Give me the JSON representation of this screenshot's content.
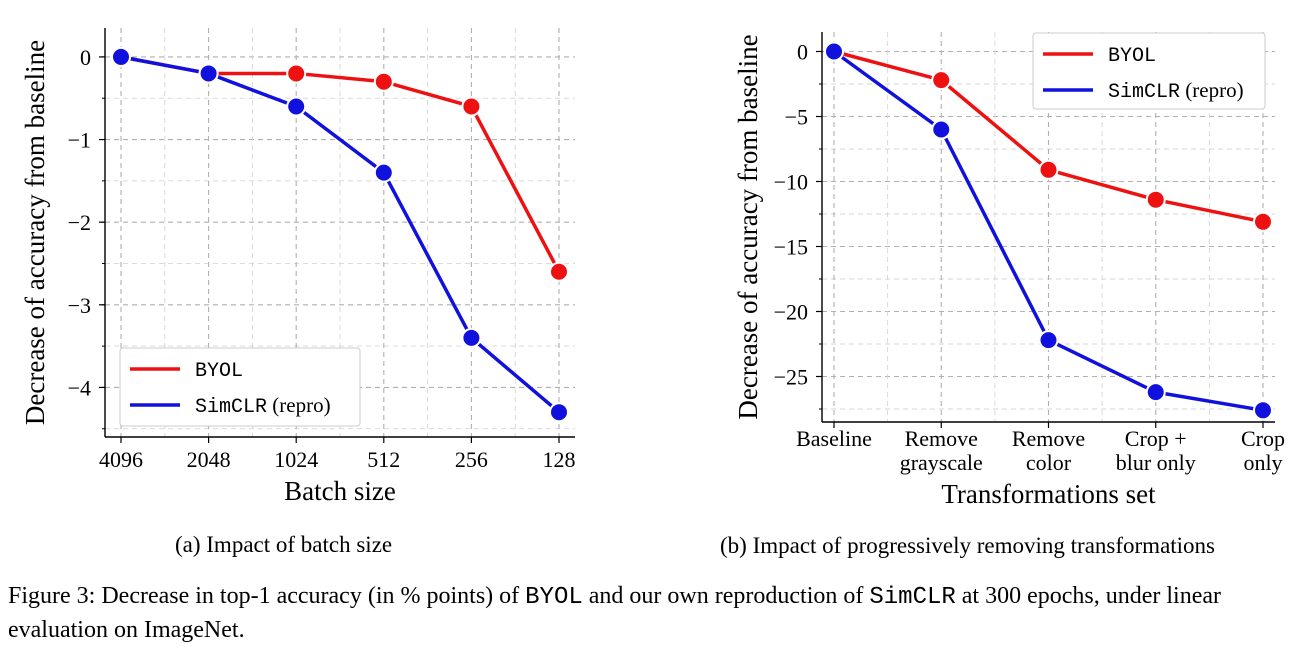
{
  "chart_data": [
    {
      "type": "line",
      "categories": [
        "4096",
        "2048",
        "1024",
        "512",
        "256",
        "128"
      ],
      "xlabel": "Batch size",
      "ylabel": "Decrease of accuracy from baseline",
      "ylim": [
        -4.6,
        0.35
      ],
      "yticks": [
        0,
        -1,
        -2,
        -3,
        -4
      ],
      "yticklabels": [
        "0",
        "−1",
        "−2",
        "−3",
        "−4"
      ],
      "grid": true,
      "legend": "lower-left",
      "series": [
        {
          "name": "BYOL",
          "color": "#ee1111",
          "values": [
            0,
            -0.2,
            -0.2,
            -0.3,
            -0.6,
            -2.6
          ]
        },
        {
          "name": "SimCLR (repro)",
          "color": "#1111dd",
          "values": [
            0,
            -0.2,
            -0.6,
            -1.4,
            -3.4,
            -4.3
          ]
        }
      ],
      "caption": "(a) Impact of batch size"
    },
    {
      "type": "line",
      "categories": [
        "Baseline",
        "Remove grayscale",
        "Remove color",
        "Crop + blur only",
        "Crop only"
      ],
      "category_lines": [
        [
          "Baseline"
        ],
        [
          "Remove",
          "grayscale"
        ],
        [
          "Remove",
          "color"
        ],
        [
          "Crop +",
          "blur only"
        ],
        [
          "Crop",
          "only"
        ]
      ],
      "xlabel": "Transformations set",
      "ylabel": "Decrease of accuracy from baseline",
      "ylim": [
        -28.5,
        1.5
      ],
      "yticks": [
        0,
        -5,
        -10,
        -15,
        -20,
        -25
      ],
      "yticklabels": [
        "0",
        "−5",
        "−10",
        "−15",
        "−20",
        "−25"
      ],
      "grid": true,
      "legend": "top-right",
      "series": [
        {
          "name": "BYOL",
          "color": "#ee1111",
          "values": [
            0,
            -2.2,
            -9.1,
            -11.4,
            -13.1
          ]
        },
        {
          "name": "SimCLR (repro)",
          "color": "#1111dd",
          "values": [
            0,
            -6.0,
            -22.2,
            -26.2,
            -27.6
          ]
        }
      ],
      "caption": "(b) Impact of progressively removing transformations"
    }
  ],
  "figure_caption": {
    "prefix": "Figure 3: Decrease in top-1 accuracy (in % points) of ",
    "method1": "BYOL",
    "middle": " and our own reproduction of ",
    "method2": "SimCLR",
    "suffix": " at 300 epochs, under linear evaluation on ImageNet."
  }
}
